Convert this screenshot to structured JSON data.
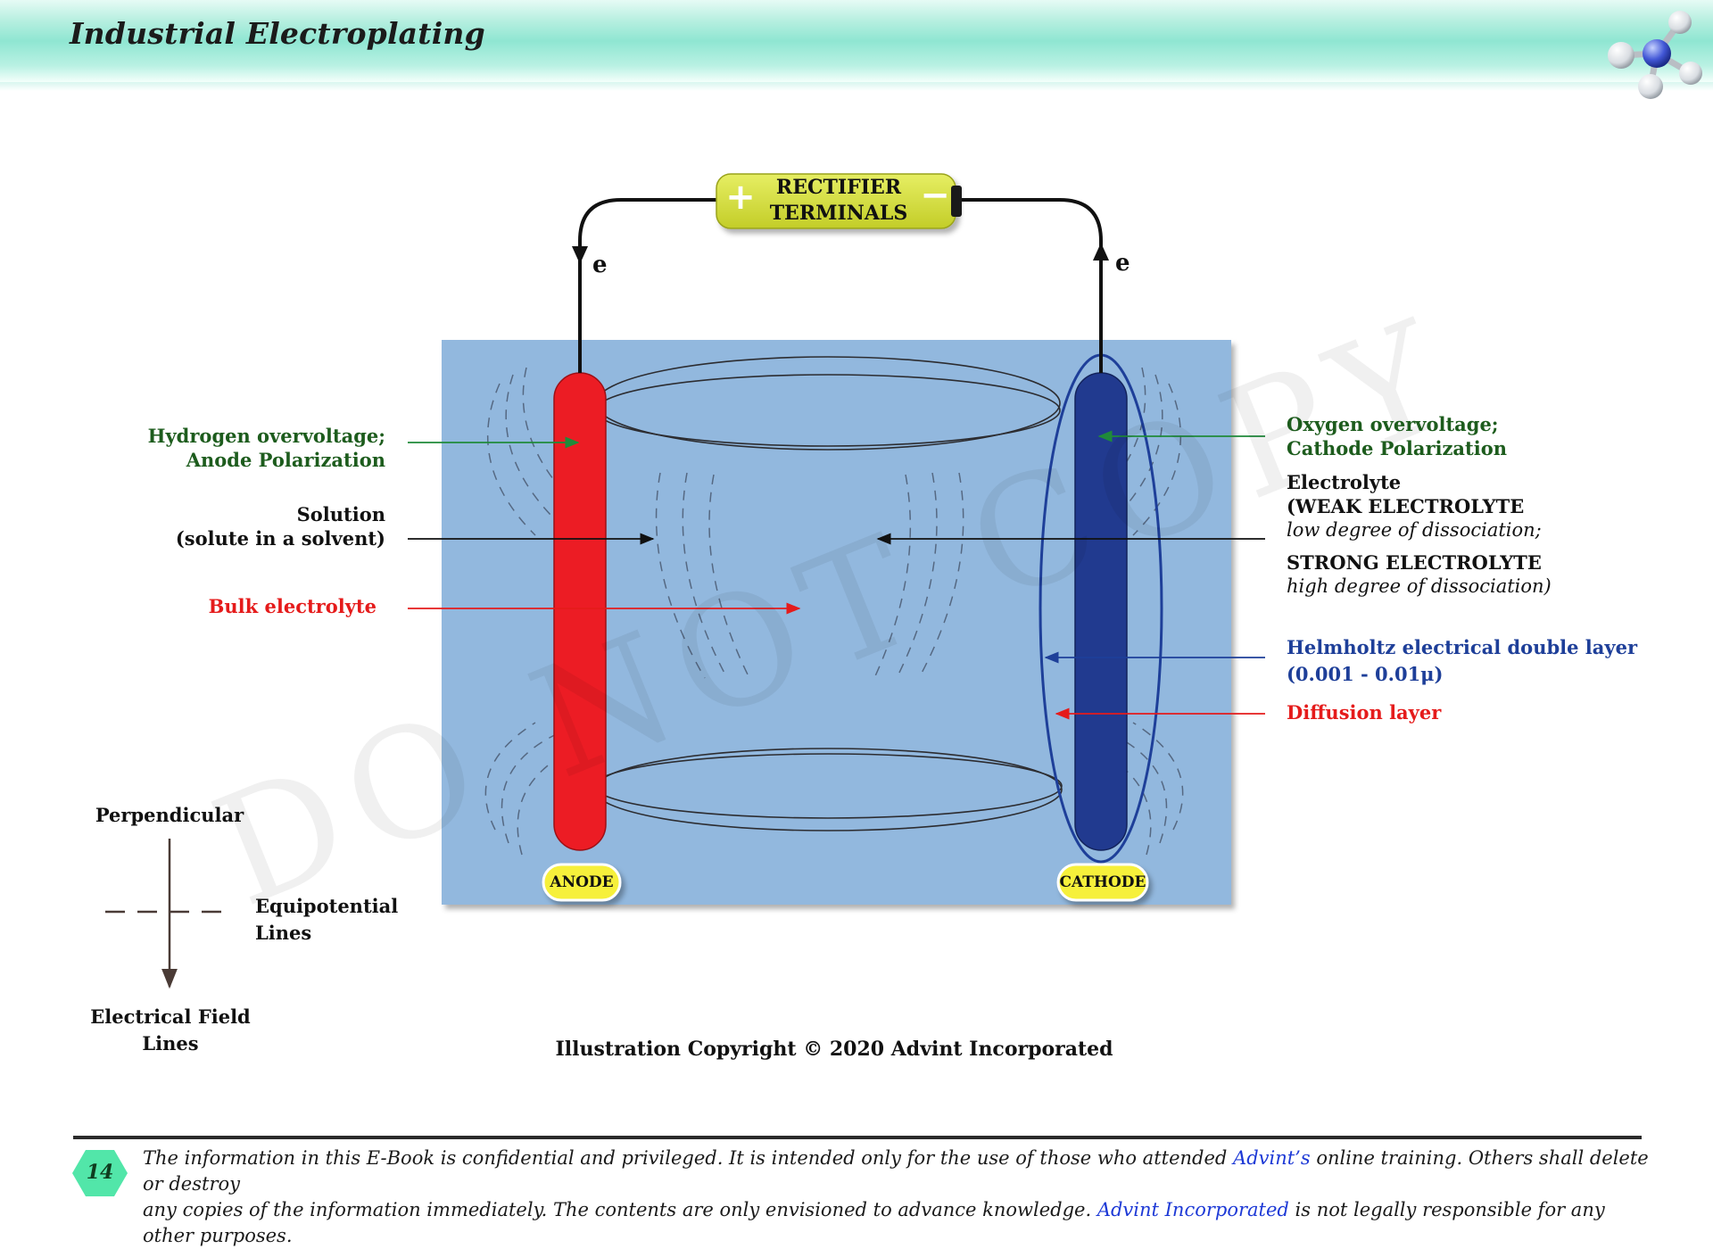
{
  "header": {
    "title": "Industrial Electroplating",
    "logo": "molecule-icon"
  },
  "diagram": {
    "rectifier": {
      "line1": "RECTIFIER",
      "line2": "TERMINALS",
      "plus": "+",
      "minus": "−"
    },
    "electron_left": "e",
    "electron_right": "e",
    "anode_label": "ANODE",
    "cathode_label": "CATHODE",
    "left_labels": {
      "hydrogen_line1": "Hydrogen overvoltage;",
      "hydrogen_line2": "Anode Polarization",
      "solution_line1": "Solution",
      "solution_line2": "(solute in a solvent)",
      "bulk": "Bulk electrolyte"
    },
    "right_labels": {
      "oxygen_line1": "Oxygen overvoltage;",
      "oxygen_line2": "Cathode Polarization",
      "electrolyte_title": "Electrolyte",
      "weak_title": "(WEAK ELECTROLYTE",
      "weak_desc": "low degree of dissociation;",
      "strong_title": "STRONG ELECTROLYTE",
      "strong_desc": "high degree of dissociation)",
      "helmholtz_line1": "Helmholtz electrical double layer",
      "helmholtz_line2": "(0.001 - 0.01μ)",
      "diffusion": "Diffusion layer"
    },
    "legend": {
      "perpendicular": "Perpendicular",
      "equipotential_line1": "Equipotential",
      "equipotential_line2": "Lines",
      "field_line1": "Electrical Field",
      "field_line2": "Lines"
    },
    "watermark": "DO NOT COPY"
  },
  "copyright": "Illustration Copyright © 2020 Advint Incorporated",
  "footer": {
    "page_number": "14",
    "line1_pre": "The information in this E-Book is confidential and privileged. It is intended only for the use of those who attended ",
    "line1_link": "Advint’s",
    "line1_post": " online training. Others shall delete or destroy",
    "line2_pre": "any copies of the information immediately. The contents are only envisioned to advance knowledge. ",
    "line2_link": "Advint Incorporated",
    "line2_post": " is not legally responsible for any other purposes."
  },
  "colors": {
    "tank": "#92b8de",
    "anode": "#ec1c24",
    "cathode": "#213a8f",
    "rectifier": "#d4de3c",
    "electrode_label_bg": "#f6f03a",
    "header": "#8fe6d2"
  }
}
